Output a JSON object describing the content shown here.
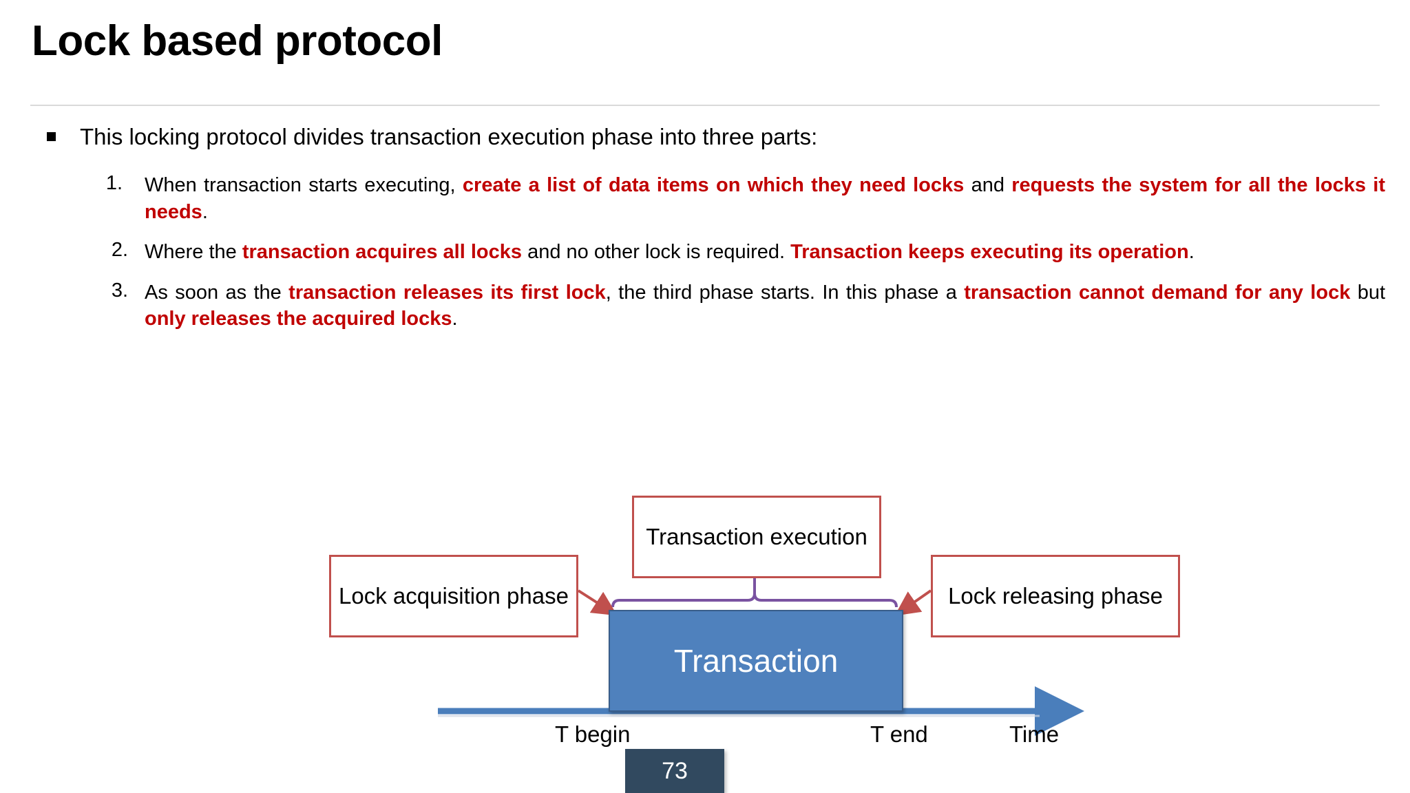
{
  "slide": {
    "title": "Lock based protocol",
    "page_number": "73"
  },
  "body": {
    "lead": "This locking protocol divides transaction execution phase into three parts:",
    "items": [
      {
        "number": "1.",
        "runs": [
          {
            "text": "When transaction starts executing, ",
            "highlight": false
          },
          {
            "text": "create a list of data items on which they need locks",
            "highlight": true
          },
          {
            "text": " and ",
            "highlight": false
          },
          {
            "text": "requests the system for all the locks it needs",
            "highlight": true
          },
          {
            "text": ".",
            "highlight": false
          }
        ]
      },
      {
        "number": "2.",
        "runs": [
          {
            "text": "Where the ",
            "highlight": false
          },
          {
            "text": "transaction acquires all locks",
            "highlight": true
          },
          {
            "text": " and no other lock is required. ",
            "highlight": false
          },
          {
            "text": "Transaction keeps executing its operation",
            "highlight": true
          },
          {
            "text": ".",
            "highlight": false
          }
        ]
      },
      {
        "number": "3.",
        "runs": [
          {
            "text": "As soon as the ",
            "highlight": false
          },
          {
            "text": "transaction releases its first lock",
            "highlight": true
          },
          {
            "text": ", the third phase starts. In this phase a ",
            "highlight": false
          },
          {
            "text": "transaction cannot demand for any lock",
            "highlight": true
          },
          {
            "text": " but ",
            "highlight": false
          },
          {
            "text": "only releases the acquired locks",
            "highlight": true
          },
          {
            "text": ".",
            "highlight": false
          }
        ]
      }
    ]
  },
  "diagram": {
    "callouts": {
      "lock_acquisition": "Lock acquisition phase",
      "transaction_execution": "Transaction execution",
      "lock_releasing": "Lock releasing phase"
    },
    "transaction_label": "Transaction",
    "axis": {
      "t_begin": "T begin",
      "t_end": "T end",
      "time": "Time"
    }
  },
  "colors": {
    "highlight_red": "#C00000",
    "callout_border": "#C0504D",
    "transaction_fill": "#4F81BD",
    "transaction_border": "#385D8A",
    "brace_purple": "#7A53A1",
    "timeline_blue": "#4A7EBB",
    "badge_bg": "#31495F",
    "rule_gray": "#D9D9D9"
  }
}
